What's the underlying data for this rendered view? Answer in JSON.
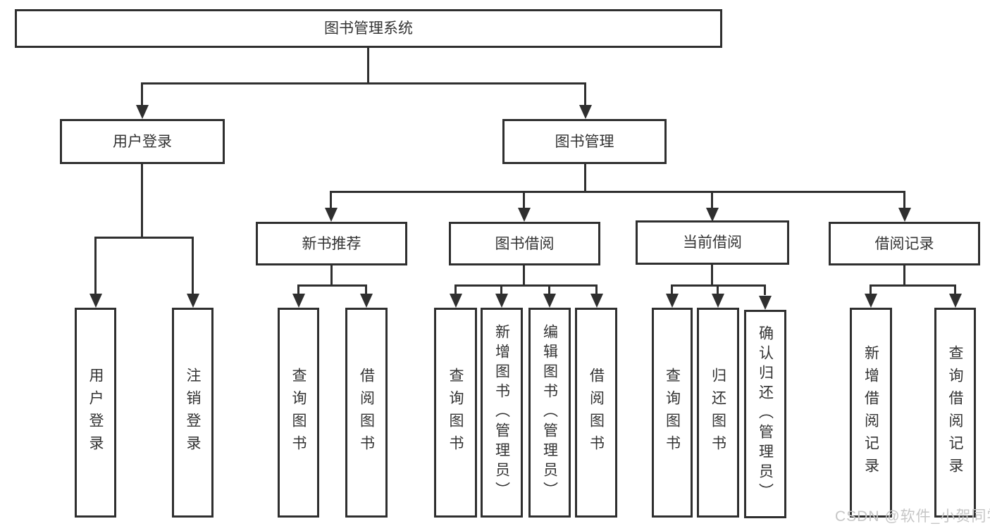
{
  "diagram": {
    "title": "图书管理系统",
    "colors": {
      "line": "#2f2f2f",
      "text": "#333333",
      "background": "#ffffff",
      "watermark": "#c6c6c6"
    },
    "nodes": {
      "root": {
        "label": "图书管理系统"
      },
      "user_login": {
        "label": "用户登录"
      },
      "book_mgmt": {
        "label": "图书管理"
      },
      "new_rec": {
        "label": "新书推荐"
      },
      "book_borrow": {
        "label": "图书借阅"
      },
      "current_borrow": {
        "label": "当前借阅"
      },
      "borrow_records": {
        "label": "借阅记录"
      },
      "leaf_login": {
        "label": "用户登录"
      },
      "leaf_logout": {
        "label": "注销登录"
      },
      "leaf_rec_query": {
        "label": "查询图书"
      },
      "leaf_rec_borrow": {
        "label": "借阅图书"
      },
      "leaf_bb_query": {
        "label": "查询图书"
      },
      "leaf_bb_add": {
        "label": "新增图书（管理员）"
      },
      "leaf_bb_edit": {
        "label": "编辑图书（管理员）"
      },
      "leaf_bb_borrow": {
        "label": "借阅图书"
      },
      "leaf_cb_query": {
        "label": "查询图书"
      },
      "leaf_cb_return": {
        "label": "归还图书"
      },
      "leaf_cb_confirm": {
        "label": "确认归还（管理员）"
      },
      "leaf_br_add": {
        "label": "新增借阅记录"
      },
      "leaf_br_query": {
        "label": "查询借阅记录"
      }
    },
    "watermark": "CSDN @软件_小贺同学"
  }
}
